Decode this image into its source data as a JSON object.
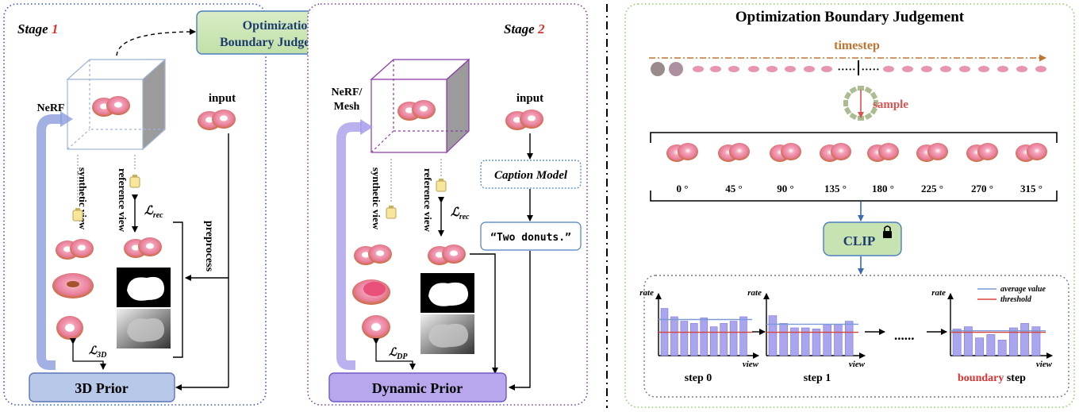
{
  "stage1": {
    "label": "Stage",
    "num": "1",
    "nerf": "NeRF",
    "input": "input",
    "synthetic_view": "synthetic view",
    "reference_view": "reference view",
    "preprocess": "preprocess",
    "loss_rec": "ℒ",
    "loss_rec_sub": "rec",
    "loss_3d": "ℒ",
    "loss_3d_sub": "3D",
    "prior": "3D Prior"
  },
  "center_box": {
    "line1": "Optimization",
    "line2": "Boundary Judgement"
  },
  "stage2": {
    "label": "Stage",
    "num": "2",
    "nerf1": "NeRF/",
    "nerf2": "Mesh",
    "input": "input",
    "synthetic_view": "synthetic view",
    "reference_view": "reference view",
    "caption_model": "Caption Model",
    "caption_text": "“Two donuts.”",
    "loss_rec": "ℒ",
    "loss_rec_sub": "rec",
    "loss_dp": "ℒ",
    "loss_dp_sub": "DP",
    "prior": "Dynamic Prior"
  },
  "right": {
    "title": "Optimization Boundary Judgement",
    "timestep": "timestep",
    "sample": "sample",
    "angles": [
      "0 °",
      "45 °",
      "90 °",
      "135 °",
      "180 °",
      "225 °",
      "270 °",
      "315 °"
    ],
    "clip": "CLIP",
    "legend_avg": "average value",
    "legend_thr": "threshold",
    "rate": "rate",
    "view": "view",
    "step0": "step 0",
    "step1": "step 1",
    "ellipsis": "......",
    "boundary_word": "boundary",
    "boundary_step": " step",
    "colors": {
      "avg": "#7a9ad8",
      "threshold": "#d9433a",
      "bar": "#a9a5ee"
    },
    "charts": [
      {
        "name": "step 0",
        "values": [
          0.85,
          0.7,
          0.62,
          0.58,
          0.68,
          0.52,
          0.58,
          0.62,
          0.7
        ],
        "threshold": 0.42
      },
      {
        "name": "step 1",
        "values": [
          0.72,
          0.58,
          0.5,
          0.5,
          0.48,
          0.56,
          0.56,
          0.62
        ],
        "threshold": 0.42
      },
      {
        "name": "boundary step",
        "values": [
          0.48,
          0.52,
          0.32,
          0.38,
          0.28,
          0.5,
          0.58,
          0.52
        ],
        "threshold": 0.42
      }
    ]
  }
}
